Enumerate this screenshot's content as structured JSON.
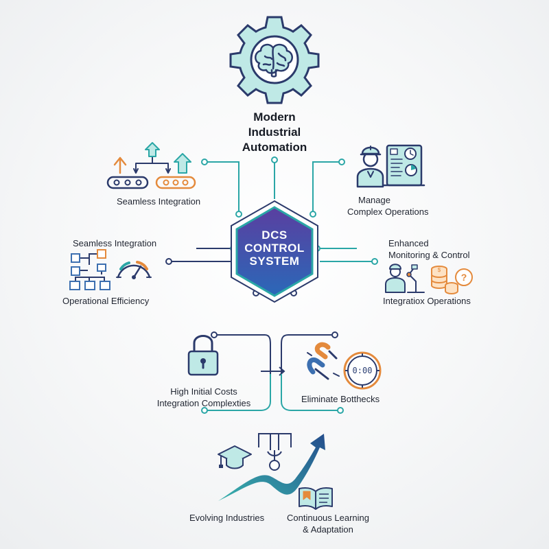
{
  "title": {
    "line1": "Modern",
    "line2": "Industrial",
    "line3": "Automation"
  },
  "center": {
    "line1": "DCS",
    "line2": "CONTROL",
    "line3": "SYSTEM"
  },
  "labels": {
    "top_left": "Seamless Integration",
    "top_right_1": "Manage",
    "top_right_2": "Complex Operations",
    "mid_left_top": "Seamless Integration",
    "mid_left_bottom": "Operational Efficiency",
    "mid_right_1": "Enhanced",
    "mid_right_2": "Monitoring & Control",
    "mid_right_bottom": "Integratiox Operations",
    "lower_left_1": "High Initial Costs",
    "lower_left_2": "Integration Complexties",
    "lower_right": "Eliminate Botthecks",
    "bottom_left": "Evolving Industries",
    "bottom_right_1": "Continuous Learning",
    "bottom_right_2": "& Adaptation"
  },
  "clock": {
    "readout": "0:00"
  },
  "colors": {
    "navy": "#2b3a6b",
    "teal": "#2aa6a6",
    "orange": "#e48a3c",
    "blue": "#3c6fb0",
    "hex_fill_top": "#4a3f9f",
    "hex_fill_bottom": "#2b63b5",
    "icon_fill": "#bfe9e6"
  }
}
